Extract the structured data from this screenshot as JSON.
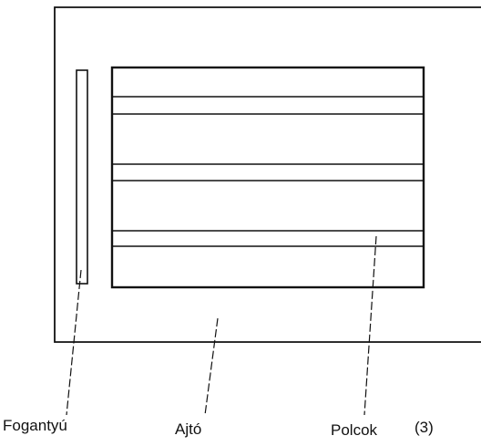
{
  "labels": {
    "handle": "Fogantyú",
    "door": "Ajtó",
    "shelves": "Polcok",
    "shelves_count": "(3)"
  },
  "colors": {
    "line": "#111111",
    "background": "#ffffff"
  }
}
